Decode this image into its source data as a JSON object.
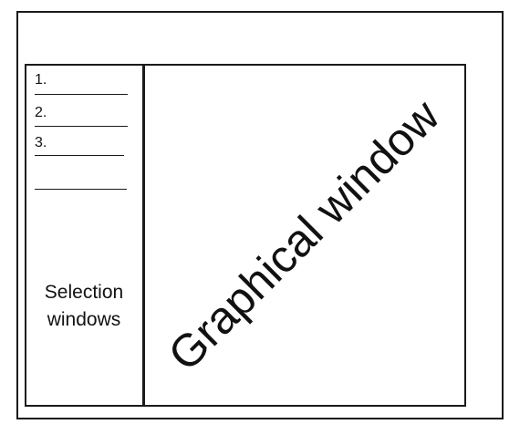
{
  "selection_window": {
    "items": [
      {
        "label": "1."
      },
      {
        "label": "2."
      },
      {
        "label": "3."
      },
      {
        "label": ""
      }
    ],
    "caption_line1": "Selection",
    "caption_line2": "windows"
  },
  "graphical_window": {
    "caption": "Graphical window"
  }
}
